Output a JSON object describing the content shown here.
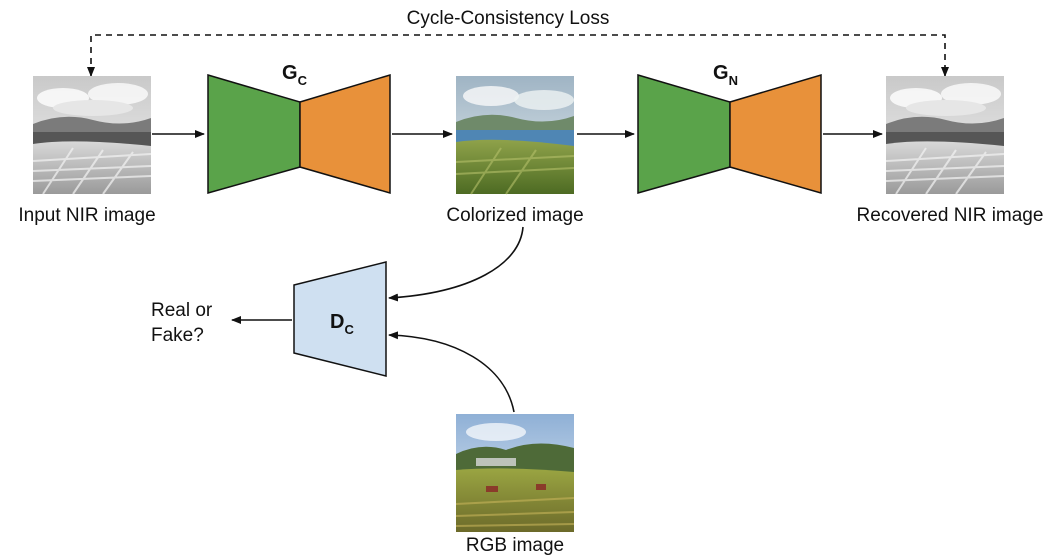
{
  "top_label": "Cycle-Consistency Loss",
  "images": {
    "input": {
      "caption": "Input NIR image"
    },
    "colorized": {
      "caption": "Colorized image"
    },
    "recovered": {
      "caption": "Recovered NIR image"
    },
    "rgb": {
      "caption": "RGB image"
    }
  },
  "networks": {
    "gc": {
      "name": "G",
      "sub": "C"
    },
    "gn": {
      "name": "G",
      "sub": "N"
    },
    "dc": {
      "name": "D",
      "sub": "C"
    }
  },
  "output": {
    "line1": "Real or",
    "line2": "Fake?"
  },
  "colors": {
    "encoder": "#5aa34a",
    "decoder": "#e8913a",
    "discriminator": "#cfe0f1",
    "line": "#111111"
  }
}
